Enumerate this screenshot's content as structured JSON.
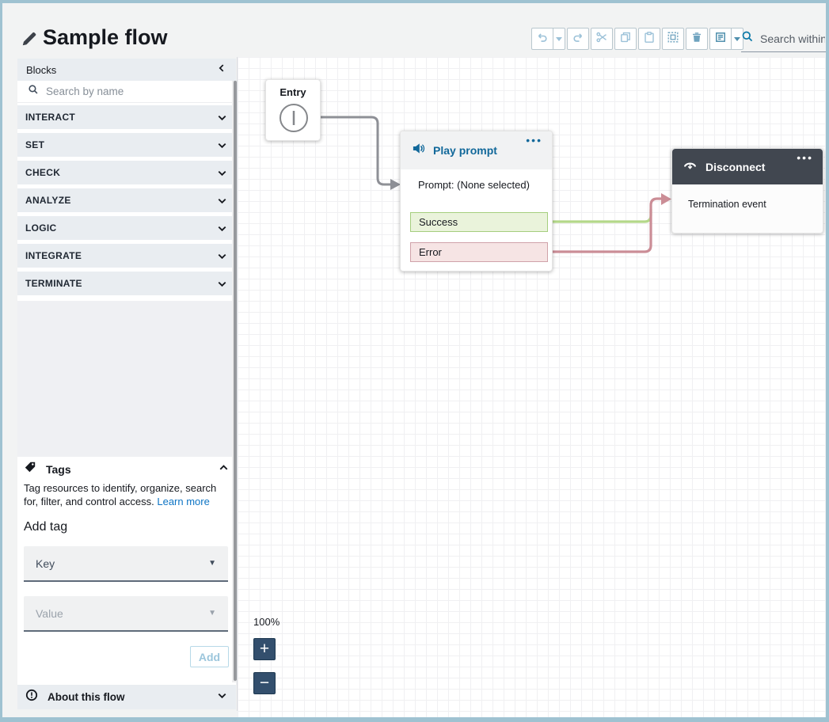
{
  "app": {
    "title": "Sample flow"
  },
  "toolbar": {
    "search_placeholder": "Search within f",
    "buttons": [
      {
        "name": "undo",
        "icon": "undo-icon",
        "split": true
      },
      {
        "name": "redo",
        "icon": "redo-icon"
      },
      {
        "name": "cut",
        "icon": "scissors-icon"
      },
      {
        "name": "copy",
        "icon": "copy-icon"
      },
      {
        "name": "paste",
        "icon": "paste-icon"
      },
      {
        "name": "select-all",
        "icon": "select-all-icon"
      },
      {
        "name": "delete",
        "icon": "trash-icon"
      },
      {
        "name": "notes",
        "icon": "notes-icon",
        "split": true
      }
    ]
  },
  "sidebar": {
    "panel_title": "Blocks",
    "search_placeholder": "Search by name",
    "categories": [
      "INTERACT",
      "SET",
      "CHECK",
      "ANALYZE",
      "LOGIC",
      "INTEGRATE",
      "TERMINATE"
    ],
    "tags": {
      "title": "Tags",
      "description": "Tag resources to identify, organize, search for, filter, and control access. ",
      "learn_more": "Learn more",
      "add_tag_heading": "Add tag",
      "key_placeholder": "Key",
      "value_placeholder": "Value",
      "add_button": "Add"
    },
    "about": {
      "title": "About this flow"
    }
  },
  "canvas": {
    "zoom_level": "100%",
    "zoom_in": "+",
    "zoom_out": "−",
    "blocks": {
      "entry": {
        "title": "Entry"
      },
      "play_prompt": {
        "title": "Play prompt",
        "menu_dots": "•••",
        "body": "Prompt: (None selected)",
        "outputs": [
          {
            "label": "Success"
          },
          {
            "label": "Error"
          }
        ]
      },
      "disconnect": {
        "title": "Disconnect",
        "menu_dots": "•••",
        "output": "Termination event"
      }
    }
  },
  "colors": {
    "page_border": "#9fc2d1",
    "accent_blue": "#11689a",
    "success_fill": "#eaf3db",
    "success_border": "#a5ce7e",
    "success_line": "#b4d889",
    "error_fill": "#f6e4e4",
    "error_border": "#d0a2a9",
    "error_line": "#cb8d96",
    "disconnect_header": "#414750",
    "connector_grey": "#8e9096",
    "zoom_button_bg": "#334f6d",
    "link_blue": "#0d74c4"
  }
}
